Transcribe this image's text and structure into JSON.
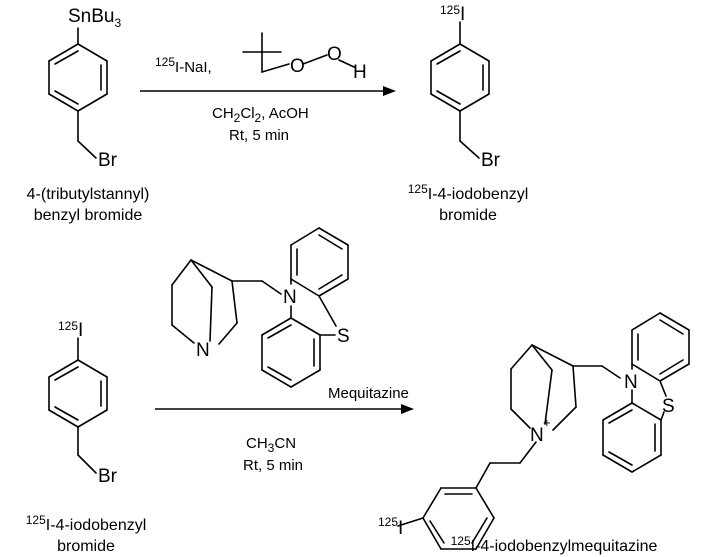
{
  "atoms": {
    "stannyl": "SnBu",
    "stannyl_sub": "3",
    "bromine": "Br",
    "iodine": "I",
    "isotope": "125",
    "oxygen": "O",
    "hydrogen": "H",
    "nitrogen": "N",
    "sulfur": "S",
    "plus": "+"
  },
  "reaction1": {
    "reagent_isotope": "125",
    "reagent": "I-NaI,",
    "solvent_a": "CH",
    "solvent_a_sub": "2",
    "solvent_b": "Cl",
    "solvent_b_sub": "2",
    "solvent_c": ", AcOH",
    "conditions": "Rt, 5 min"
  },
  "reaction2": {
    "reagent_label": "Mequitazine",
    "solvent_a": "CH",
    "solvent_a_sub": "3",
    "solvent_b": "CN",
    "conditions": "Rt, 5 min"
  },
  "compounds": {
    "starting_material": [
      "4-(tributylstannyl)",
      "benzyl bromide"
    ],
    "intermediate_isotope": "125",
    "intermediate_line1": "I-4-iodobenzyl",
    "intermediate_line2": "bromide",
    "reactant2_isotope": "125",
    "reactant2_line1": "I-4-iodobenzyl",
    "reactant2_line2": "bromide",
    "product_isotope": "125",
    "product": "I-4-iodobenzylmequitazine"
  }
}
